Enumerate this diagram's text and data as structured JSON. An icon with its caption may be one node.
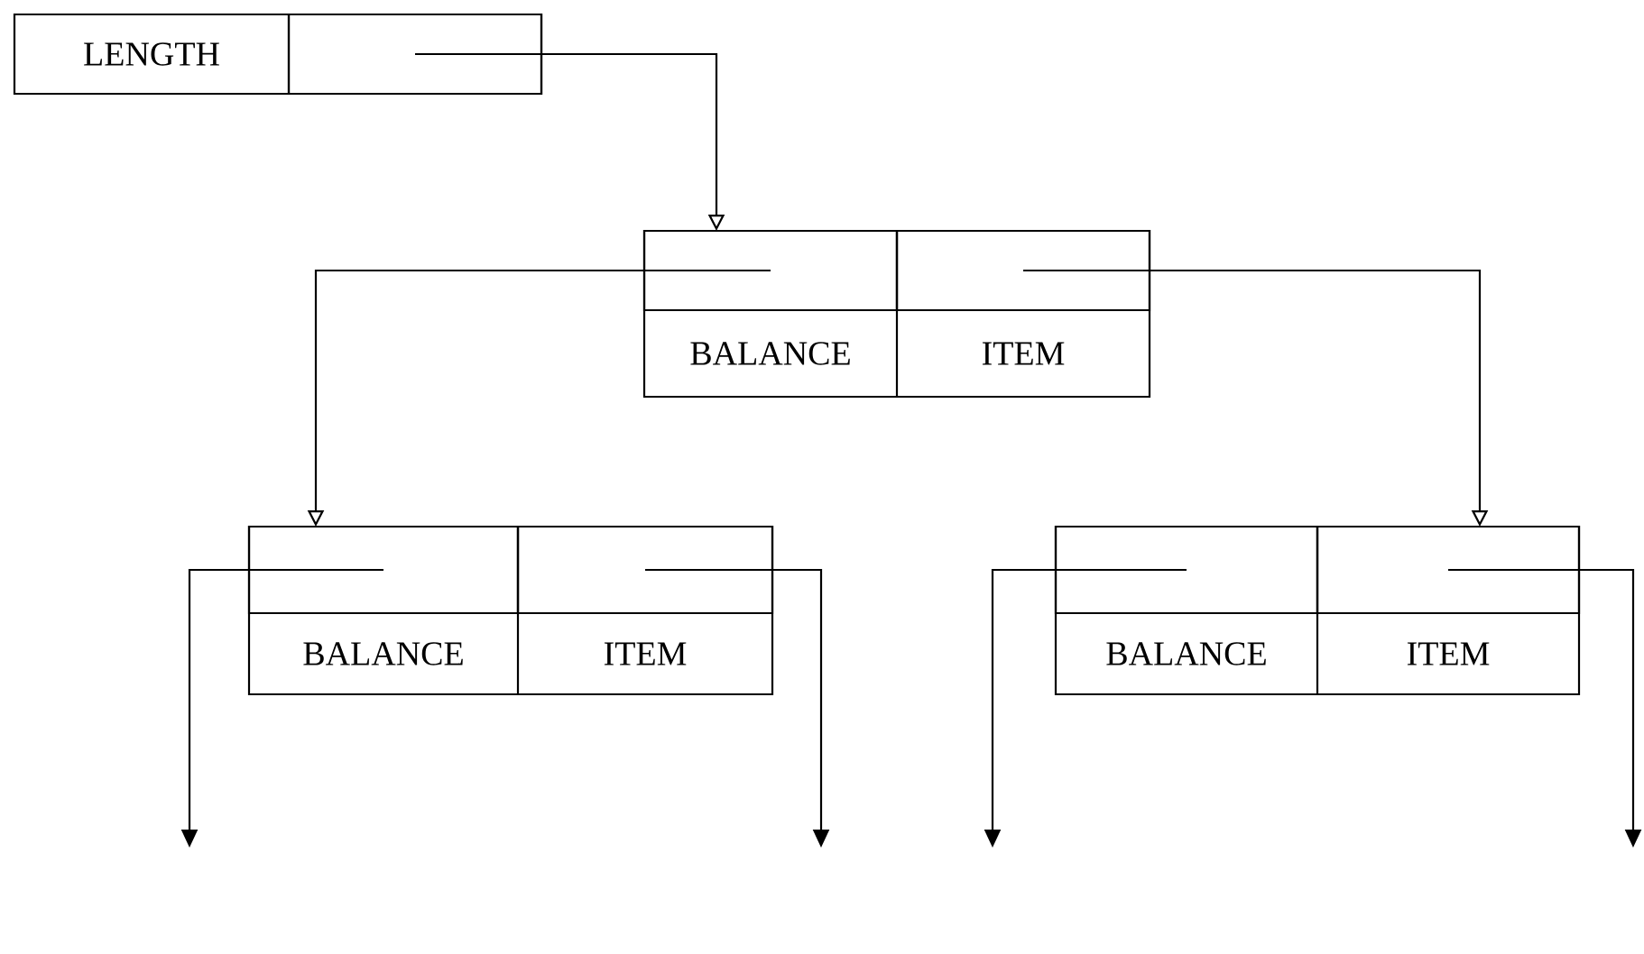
{
  "diagram": {
    "nodes": [
      {
        "text": [
          "LENGTH"
        ]
      },
      {
        "text": [],
        "shape": "box",
        "in": 0
      },
      {
        "text": [
          "BALANCE",
          "ITEM"
        ]
      },
      {
        "text": [],
        "shape": "box",
        "in": 2
      },
      {
        "text": [],
        "shape": "box",
        "in": 2
      },
      {
        "text": [
          "BALANCE",
          "ITEM"
        ]
      },
      {
        "text": [],
        "shape": "box",
        "in": 5
      },
      {
        "text": [],
        "shape": "box",
        "in": 5
      },
      {
        "text": [
          "BALANCE",
          "ITEM"
        ]
      },
      {
        "text": [],
        "shape": "box",
        "in": 8
      },
      {
        "text": [],
        "shape": "box",
        "in": 8
      }
    ],
    "edges": [
      {
        "from": 1,
        "to": 2,
        "arrow": "to"
      },
      {
        "from": 3,
        "to": 5,
        "arrow": "to"
      },
      {
        "from": 4,
        "to": 8,
        "arrow": "to"
      },
      {
        "from": 6,
        "to": null,
        "arrow": "to"
      },
      {
        "from": 7,
        "to": null,
        "arrow": "to"
      },
      {
        "from": 9,
        "to": null,
        "arrow": "to"
      },
      {
        "from": 10,
        "to": null,
        "arrow": "to"
      }
    ]
  }
}
